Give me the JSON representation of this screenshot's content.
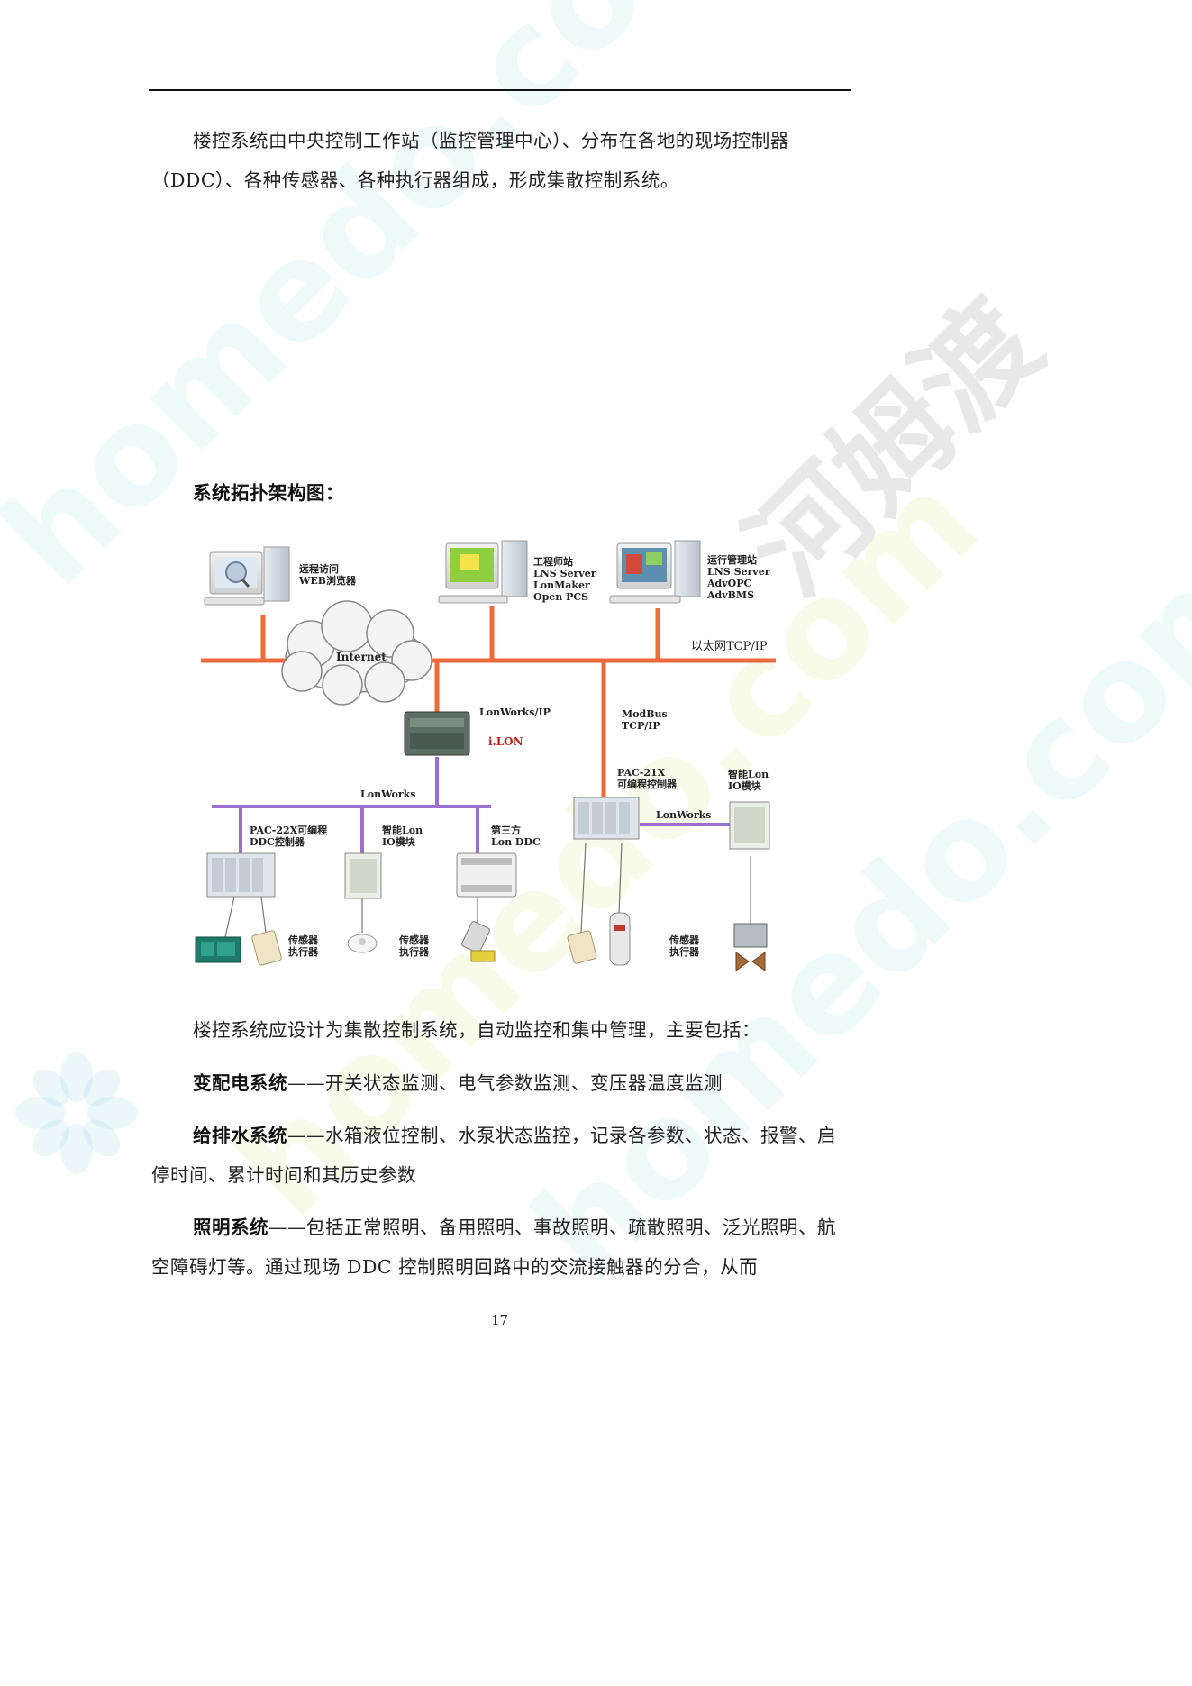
{
  "document": {
    "intro_line1": "楼控系统由中央控制工作站（监控管理中心）、分布在各地的现场控制器",
    "intro_line2": "（DDC）、各种传感器、各种执行器组成，形成集散控制系统。",
    "figure_caption": "系统拓扑架构图：",
    "summary": "楼控系统应设计为集散控制系统，自动监控和集中管理，主要包括：",
    "item1_title": "变配电系统",
    "item1_text": "——开关状态监测、电气参数监测、变压器温度监测",
    "item2_title": "给排水系统",
    "item2_text": "——水箱液位控制、水泵状态监控，记录各参数、状态、报警、启停时间、累计时间和其历史参数",
    "item3_title": "照明系统",
    "item3_text": "——包括正常照明、备用照明、事故照明、疏散照明、泛光照明、航空障碍灯等。通过现场 DDC 控制照明回路中的交流接触器的分合，从而",
    "page_number": "17"
  },
  "diagram": {
    "remote_station": [
      "远程访问",
      "WEB浏览器"
    ],
    "engineer_station": [
      "工程师站",
      "LNS Server",
      "LonMaker",
      "Open PCS"
    ],
    "operation_station": [
      "运行管理站",
      "LNS Server",
      "AdvOPC",
      "AdvBMS"
    ],
    "internet_label": "Internet",
    "ethernet_label": "以太网TCP/IP",
    "lonworks_ip_label": "LonWorks/IP",
    "ilon_label": "i.LON",
    "modbus_label": [
      "ModBus",
      "TCP/IP"
    ],
    "lonworks_bus_label": "LonWorks",
    "pac22x_label": [
      "PAC-22X可编程",
      "DDC控制器"
    ],
    "lon_io_label": [
      "智能Lon",
      "IO模块"
    ],
    "third_party_label": [
      "第三方",
      "Lon DDC"
    ],
    "pac21x_label": [
      "PAC-21X",
      "可编程控制器"
    ],
    "lon_io_right_label": [
      "智能Lon",
      "IO模块"
    ],
    "lonworks_right_label": "LonWorks",
    "sensor_label_1": [
      "传感器",
      "执行器"
    ],
    "sensor_label_2": [
      "传感器",
      "执行器"
    ],
    "sensor_label_3": [
      "传感器",
      "执行器"
    ],
    "colors": {
      "ethernet": "#ef6a3a",
      "lonworks": "#9b6fd0"
    }
  },
  "watermark": {
    "site": "homedo.com",
    "brand": "河姆渡"
  }
}
